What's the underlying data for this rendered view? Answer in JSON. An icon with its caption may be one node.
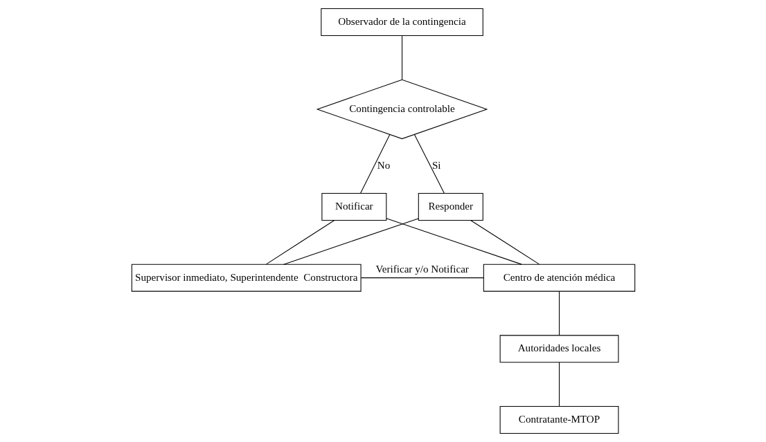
{
  "diagram": {
    "nodes": [
      {
        "text": [
          "Observador de la contingencia"
        ]
      },
      {
        "text": [
          "Contingencia controlable"
        ]
      },
      {
        "text": [
          "Notificar"
        ]
      },
      {
        "text": [
          "Responder"
        ]
      },
      {
        "text": [
          "Supervisor inmediato, Superintendente  Constructora"
        ]
      },
      {
        "text": [
          "Centro de atención médica"
        ]
      },
      {
        "text": [
          "Autoridades locales"
        ]
      },
      {
        "text": [
          "Contratante-MTOP"
        ]
      }
    ],
    "edges": [
      {
        "from": 0,
        "to": 1,
        "arrow": "none"
      },
      {
        "from": 1,
        "to": 2,
        "arrow": "none",
        "label": "No"
      },
      {
        "from": 1,
        "to": 3,
        "arrow": "none",
        "label": "Si"
      },
      {
        "from": 2,
        "to": 4,
        "arrow": "none"
      },
      {
        "from": 2,
        "to": 5,
        "arrow": "none"
      },
      {
        "from": 3,
        "to": 4,
        "arrow": "none"
      },
      {
        "from": 3,
        "to": 5,
        "arrow": "none"
      },
      {
        "from": 4,
        "to": 5,
        "arrow": "none",
        "label": "Verificar y/o Notificar"
      },
      {
        "from": 5,
        "to": 6,
        "arrow": "none"
      },
      {
        "from": 6,
        "to": 7,
        "arrow": "none"
      }
    ]
  }
}
